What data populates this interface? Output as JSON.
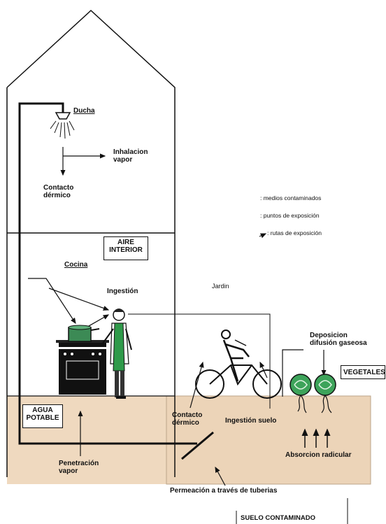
{
  "labels": {
    "ducha": "Ducha",
    "inhalacion": "Inhalacion\nvapor",
    "contacto_dermico_top": "Contacto\ndérmico",
    "cocina": "Cocina",
    "ingestion": "Ingestión",
    "jardin": "Jardin",
    "deposicion": "Deposicion\ndifusión gaseosa",
    "contacto_dermico_garden": "Contacto\ndérmico",
    "ingestion_suelo": "Ingestión suelo",
    "absorcion": "Absorcion radicular",
    "penetracion": "Penetración\nvapor",
    "permeacion": "Permeación a través de  tuberias"
  },
  "boxes": {
    "aire_interior": "AIRE\nINTERIOR",
    "agua_potable": "AGUA\nPOTABLE",
    "vegetales": "VEGETALES",
    "suelo": "SUELO CONTAMINADO"
  },
  "legend": {
    "medios": ": medios contaminados",
    "puntos": ": puntos de exposición",
    "rutas": ": rutas de exposición"
  },
  "colors": {
    "soil": "#efd9bf",
    "line": "#111111",
    "apron": "#2f9a4a",
    "vegetable": "#3da35a",
    "pot": "#3c8a55"
  }
}
